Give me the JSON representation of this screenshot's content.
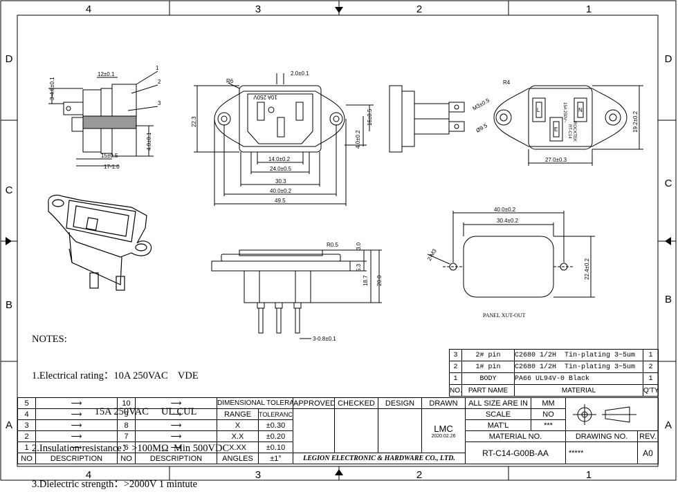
{
  "frame": {
    "col_labels": [
      "4",
      "3",
      "2",
      "1"
    ],
    "row_labels": [
      "D",
      "C",
      "B",
      "A"
    ]
  },
  "views": {
    "side": {
      "callouts": [
        "1",
        "2",
        "3"
      ],
      "dims": [
        "3-4.8±0.1",
        "12±0.1",
        "4.0±0.1",
        "15±0.5",
        "17-1.0"
      ]
    },
    "front": {
      "dims": [
        "R6",
        "2.0±0.1",
        "22.3",
        "4.0±0.2",
        "16±0.5",
        "14.0±0.2",
        "24.0±0.5",
        "30.3",
        "40.0±0.2",
        "49.5"
      ],
      "mark": "10A 250V"
    },
    "side2": {
      "dims": [
        "M3±0.5",
        "Ø9.5"
      ]
    },
    "rear": {
      "dims": [
        "R4",
        "19.2±0.2",
        "27.0±0.3"
      ],
      "marks": [
        "L",
        "N",
        "E",
        "15A 250V~",
        "RT-C14",
        "ROCKTEK"
      ]
    },
    "bottom": {
      "dims": [
        "R0.5",
        "3.0",
        "5.3",
        "18.7",
        "20.0",
        "3-0.8±0.1"
      ]
    },
    "panel": {
      "dims": [
        "40.0±0.2",
        "30.4±0.2",
        "2-M3",
        "22.4±0.2"
      ],
      "caption": "PANEL XUT-OUT"
    }
  },
  "notes": {
    "title": "NOTES:",
    "lines": [
      "1.Electrical rating：10A 250VAC    VDE",
      "                         15A 250VAC     UL CUL",
      "2.Insulation resistance：>100MΩ  Min 500VDC",
      "3.Dielectric strength：>2000V 1 mintute"
    ]
  },
  "parts": {
    "rows": [
      {
        "no": "3",
        "name": "2# pin",
        "material": "C2680 1/2H",
        "finish": "Tin-plating 3~5um",
        "qty": "1"
      },
      {
        "no": "2",
        "name": "1# pin",
        "material": "C2680 1/2H",
        "finish": "Tin-plating 3~5um",
        "qty": "2"
      },
      {
        "no": "1",
        "name": "BODY",
        "material": "PA66 UL94V-0 Black",
        "finish": "",
        "qty": "1"
      }
    ],
    "header": {
      "no": "NO.",
      "name": "PART NAME",
      "material": "MATERIAL",
      "qty": "Q'TY"
    }
  },
  "title_block": {
    "rev_rows_left": [
      "5",
      "4",
      "3",
      "2",
      "1"
    ],
    "rev_rows_right": [
      "10",
      "9",
      "8",
      "7",
      "6"
    ],
    "no_label": "NO",
    "desc_label": "DESCRIPTION",
    "tol_title": "DIMENSIONAL TOLERANCES",
    "tol_rows": [
      {
        "range": "RANGE",
        "tol": "TOLERANCE"
      },
      {
        "range": "X",
        "tol": "±0.30"
      },
      {
        "range": "X.X",
        "tol": "±0.20"
      },
      {
        "range": "X.XX",
        "tol": "±0.10"
      },
      {
        "range": "ANGLES",
        "tol": "±1°"
      }
    ],
    "approved": "APPROVED",
    "checked": "CHECKED",
    "design": "DESIGN",
    "drawn": "DRAWN",
    "drawn_by": "LMC",
    "drawn_date": "2020.02.26",
    "company": "LEGION ELECTRONIC & HARDWARE CO., LTD.",
    "size_label": "ALL SIZE ARE IN",
    "size_value": "MM",
    "scale_label": "SCALE",
    "scale_value": "NO",
    "matl_label": "MAT'L",
    "matl_value": "***",
    "material_no_label": "MATERIAL NO.",
    "material_no": "RT-C14-G00B-AA",
    "drawing_no_label": "DRAWING NO.",
    "drawing_no": "*****",
    "rev_label": "REV.",
    "rev": "A0"
  }
}
